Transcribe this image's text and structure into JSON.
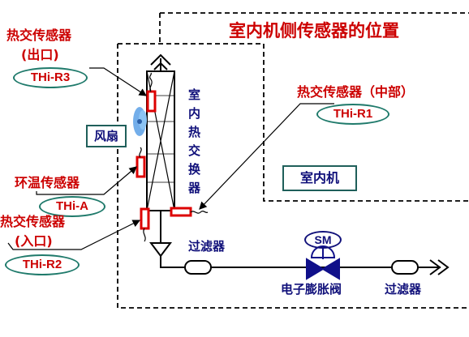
{
  "title": "室内机侧传感器的位置",
  "labels": {
    "thi_r3_name": "热交传感器",
    "thi_r3_pos": "(出口)",
    "thi_r3_code": "THi-R3",
    "fan": "风扇",
    "tha_name": "环温传感器",
    "tha_code": "THi-A",
    "thi_r2_name": "热交传感器",
    "thi_r2_pos": "(入口)",
    "thi_r2_code": "THi-R2",
    "thi_r1_name": "热交传感器（中部）",
    "thi_r1_code": "THi-R1",
    "hx_line1": "室",
    "hx_line2": "内",
    "hx_line3": "热",
    "hx_line4": "交",
    "hx_line5": "换",
    "hx_line6": "器",
    "indoor_unit": "室内机",
    "filter_left": "过滤器",
    "sm": "SM",
    "eev": "电子膨胀阀",
    "filter_right": "过滤器"
  },
  "colors": {
    "label_red": "#cc0000",
    "label_blue": "#10107a",
    "outline_teal": "#1f7a6b",
    "sensor_red": "#dd0000",
    "fan_blue": "#5aa0e6"
  }
}
